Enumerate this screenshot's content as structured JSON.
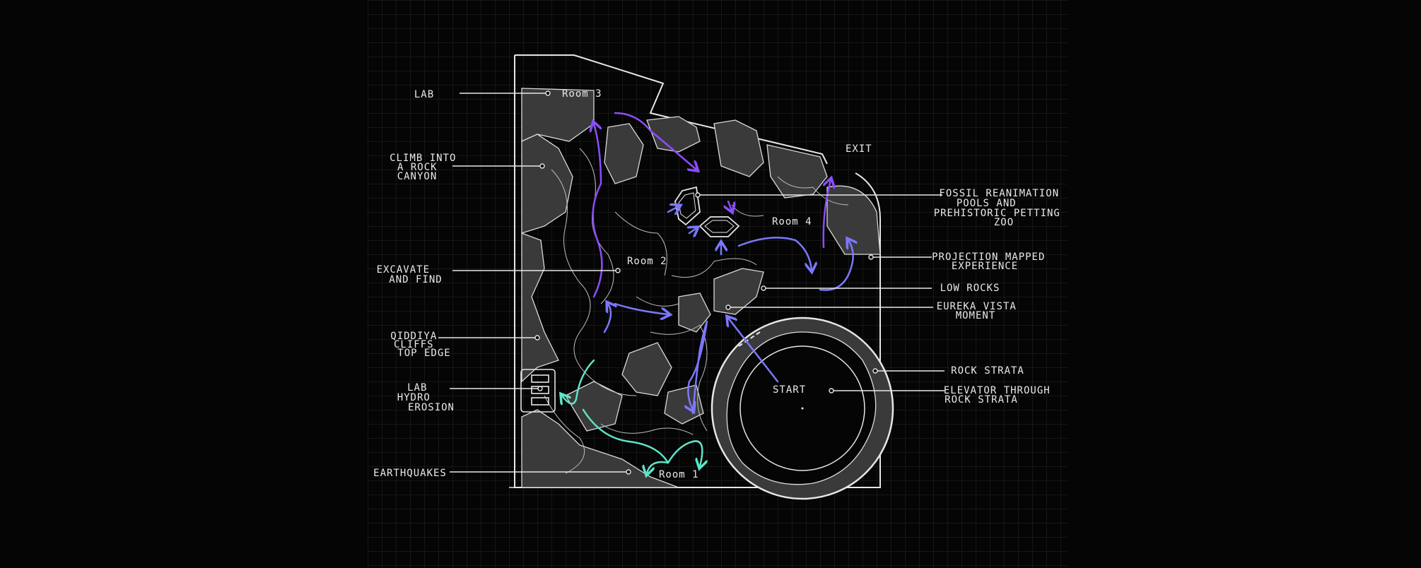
{
  "colors": {
    "background": "#050505",
    "grid": "#2b2b2b",
    "line": "#e6e6e6",
    "fill_rock": "#3a3a3a",
    "arrow_violet": "#8b4dff",
    "arrow_blue": "#7b78ff",
    "arrow_cyan": "#5fe3c8"
  },
  "rooms": {
    "room1": "Room 1",
    "room2": "Room 2",
    "room3": "Room 3",
    "room4": "Room 4"
  },
  "labels": {
    "exit": "EXIT",
    "start": "START",
    "left": [
      [
        "LAB"
      ],
      [
        "CLIMB INTO",
        "A ROCK",
        "CANYON"
      ],
      [
        "EXCAVATE",
        "AND FIND"
      ],
      [
        "QIDDIYA",
        "CLIFFS",
        "TOP EDGE"
      ],
      [
        "LAB",
        "HYDRO",
        "EROSION"
      ],
      [
        "EARTHQUAKES"
      ]
    ],
    "right": [
      [
        "FOSSIL REANIMATION",
        "POOLS AND",
        "PREHISTORIC PETTING",
        "ZOO"
      ],
      [
        "PROJECTION MAPPED",
        "EXPERIENCE"
      ],
      [
        "LOW ROCKS"
      ],
      [
        "EUREKA VISTA",
        "MOMENT"
      ],
      [
        "ROCK STRATA"
      ],
      [
        "ELEVATOR THROUGH",
        "ROCK STRATA"
      ]
    ]
  },
  "icons": [
    "arrow-icon",
    "pool-icon",
    "elevator-icon",
    "lab-icon"
  ]
}
